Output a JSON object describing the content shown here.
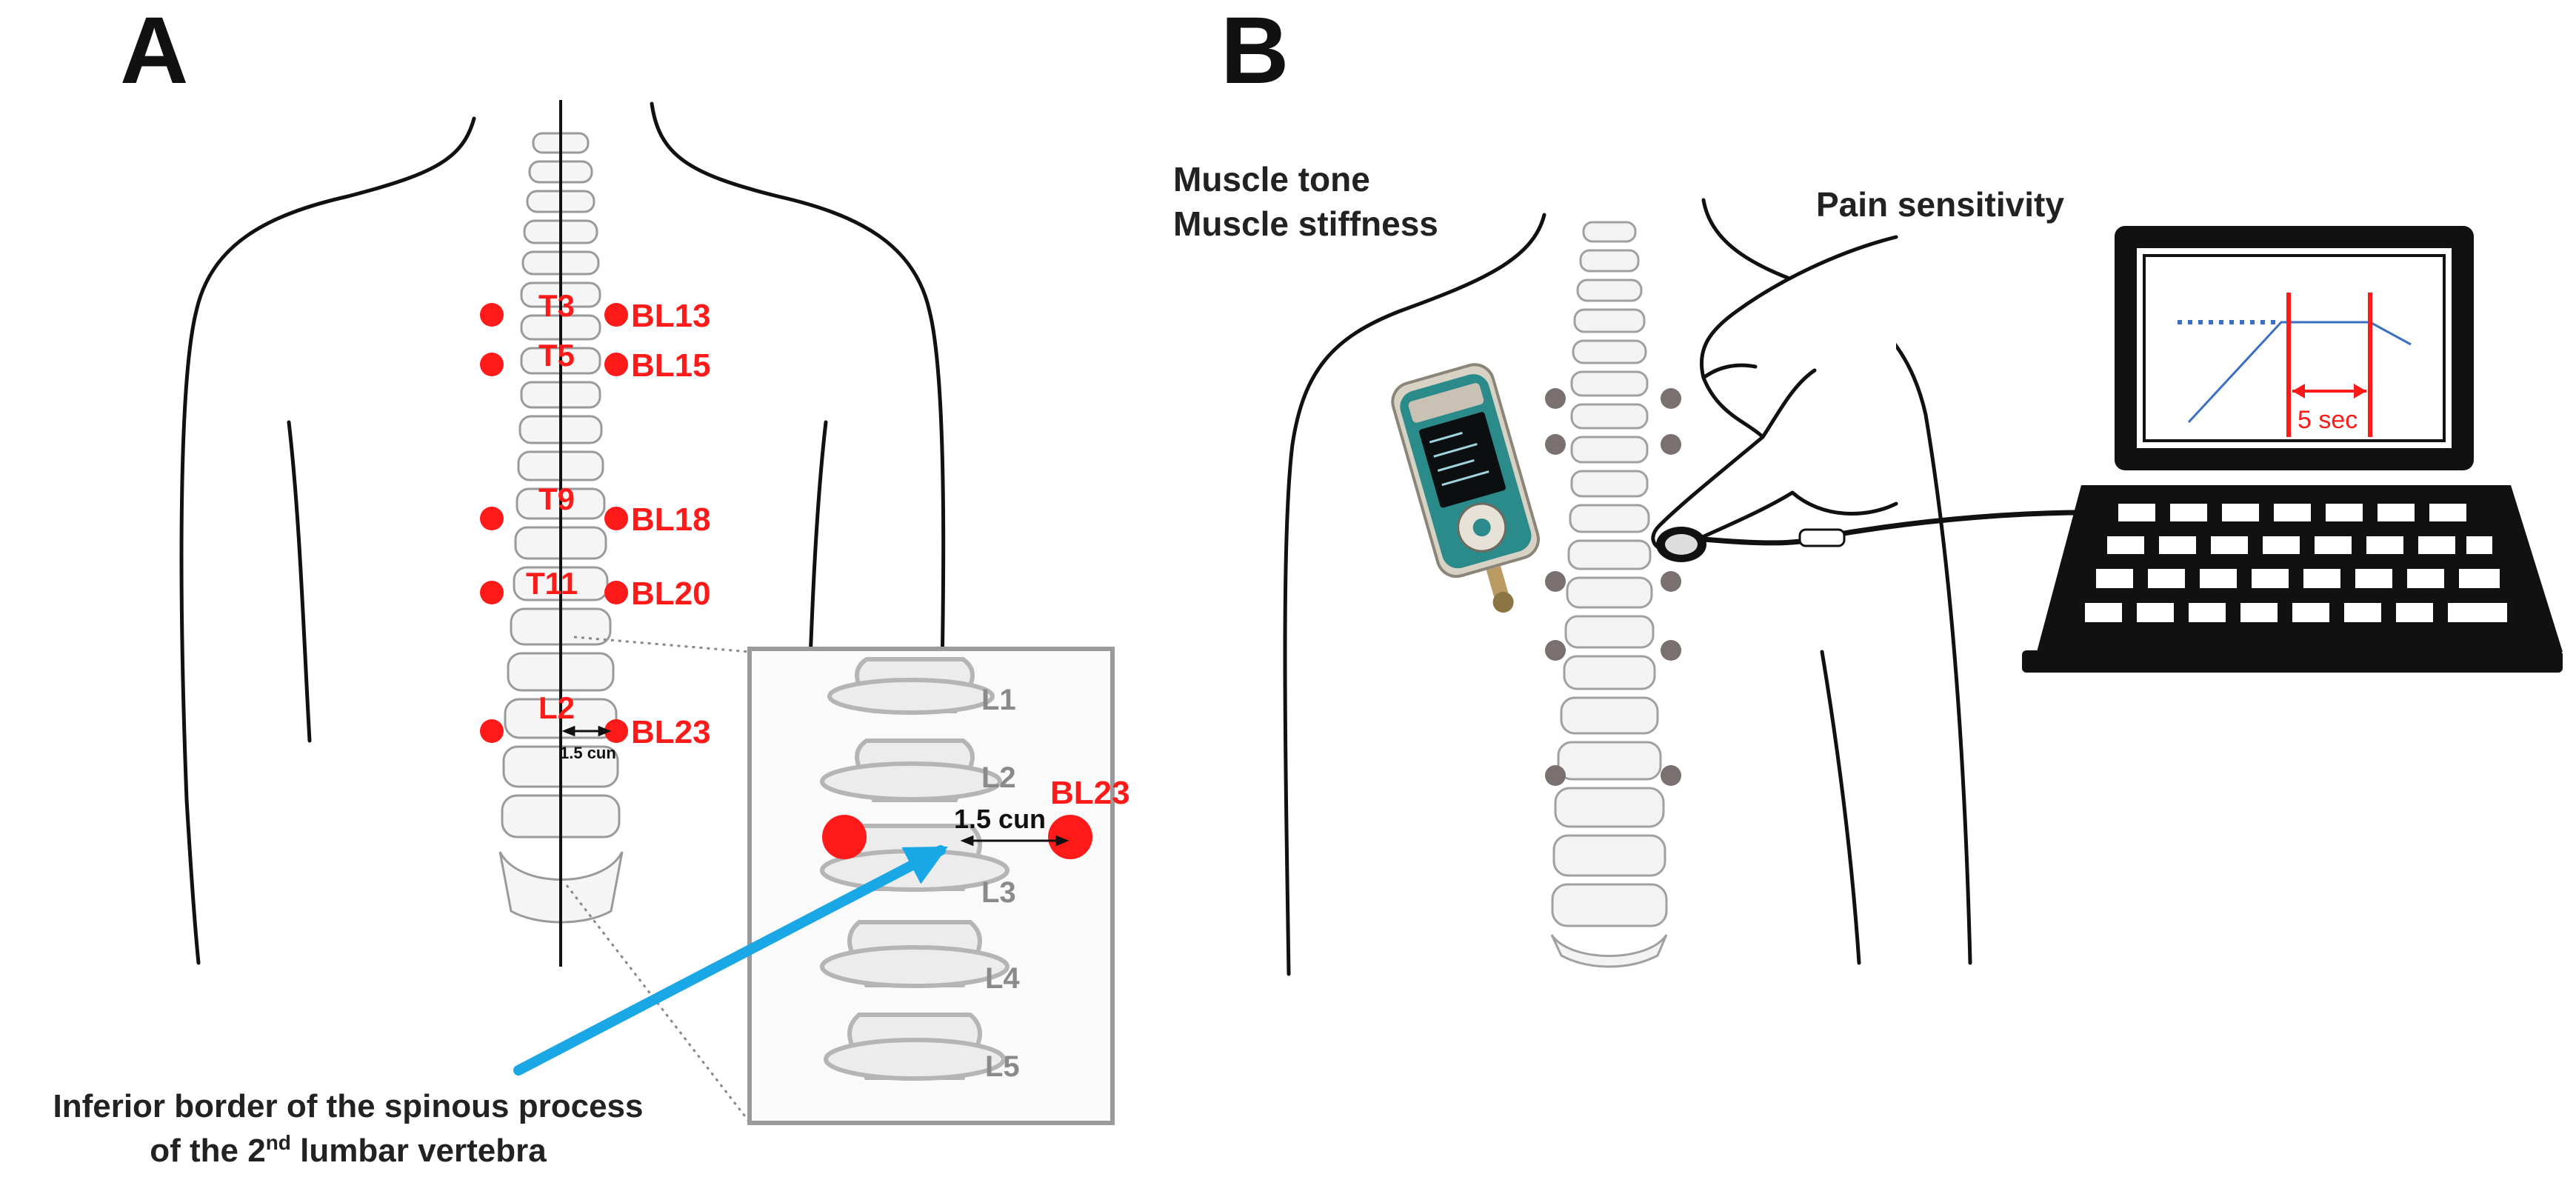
{
  "panel_a": {
    "letter": "A",
    "vertebrae_labels": [
      "T3",
      "T5",
      "T9",
      "T11",
      "L2"
    ],
    "acupoint_labels": [
      "BL13",
      "BL15",
      "BL18",
      "BL20",
      "BL23"
    ],
    "distance_small": "1.5 cun",
    "inset": {
      "vertebrae": [
        "L1",
        "L2",
        "L3",
        "L4",
        "L5"
      ],
      "point_label": "BL23",
      "distance": "1.5 cun"
    },
    "caption": {
      "line1": "Inferior border of the spinous process",
      "line2_prefix": "of the 2",
      "line2_sup": "nd",
      "line2_suffix": " lumbar vertebra"
    }
  },
  "panel_b": {
    "letter": "B",
    "label_tone": "Muscle tone",
    "label_stiffness": "Muscle stiffness",
    "label_pain": "Pain sensitivity",
    "graph_label": "5 sec"
  },
  "colors": {
    "acupoint": "#ff1a1a",
    "arrow": "#1aa7e6",
    "measurement_point": "#7a7070",
    "graph_line": "#3a6fc4",
    "device_body": "#2b8a8a"
  }
}
